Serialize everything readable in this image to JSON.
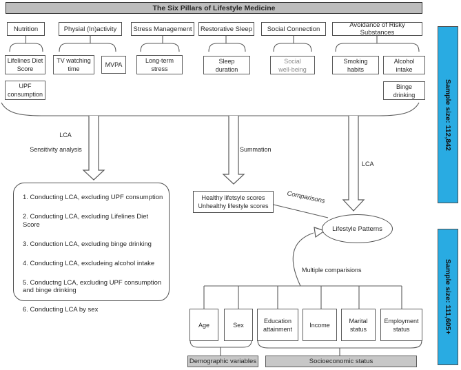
{
  "title_bar": "The Six Pillars of Lifestyle Medicine",
  "pillars": [
    {
      "label": "Nutrition"
    },
    {
      "label": "Physial (In)activity"
    },
    {
      "label": "Stress Management"
    },
    {
      "label": "Restorative Sleep"
    },
    {
      "label": "Social Connection"
    },
    {
      "label": "Avoidance of Risky Substances"
    }
  ],
  "indicators": {
    "lifelines_diet_score": "Lifelines Diet\nScore",
    "upf_consumption": "UPF\nconsumption",
    "tv_watching_time": "TV watching\ntime",
    "mvpa": "MVPA",
    "long_term_stress": "Long-term\nstress",
    "sleep_duration": "Sleep\nduration",
    "social_well_being": "Social\nwell-being",
    "smoking_habits": "Smoking\nhabits",
    "alcohol_intake": "Alcohol\nintake",
    "binge_drinking": "Binge\ndrinking"
  },
  "flow_labels": {
    "lca_left": "LCA",
    "sensitivity_analysis": "Sensitivity analysis",
    "summation": "Summation",
    "lca_right": "LCA",
    "comparisons": "Comparisons",
    "multiple_comparisons": "Multiple comparisions"
  },
  "sensitivity_box": {
    "items": [
      "1. Conducting LCA, excluding UPF consumption",
      "2. Conducting LCA, excluding Lifelines Diet Score",
      "3. Conduction LCA, excluding binge drinking",
      "4. Conducting LCA, excludeing alcohol intake",
      "5. Conductng LCA, excluding UPF consumption and binge drinking",
      "6. Conducting LCA by sex"
    ]
  },
  "scores_box": {
    "line1": "Healthy lifetsyle scores",
    "line2": "Unhealthy lifestyle scores"
  },
  "ellipse_label": "Lifestyle Patterns",
  "covariates": [
    "Age",
    "Sex",
    "Education\nattainment",
    "Income",
    "Marital\nstatus",
    "Employment\nstatus"
  ],
  "group_bars": {
    "demographic": "Demographic variables",
    "socioeconomic": "Socioeconomic status"
  },
  "side_bars": [
    {
      "label": "Sample size: 112,842"
    },
    {
      "label": "Sample size: 111,605+"
    }
  ],
  "colors": {
    "accent_blue": "#29ABE2",
    "header_gray": "#BDBDBD",
    "group_bar_gray": "#C7C7C7",
    "line_gray": "#595959"
  }
}
